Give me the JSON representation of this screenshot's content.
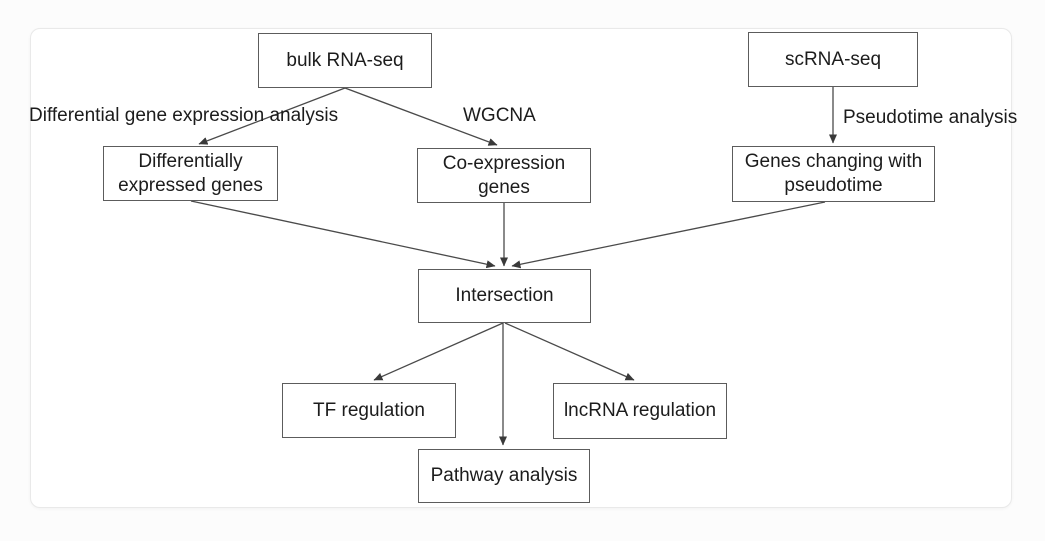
{
  "diagram": {
    "nodes": {
      "bulk_rna_seq": {
        "label": "bulk RNA-seq"
      },
      "sc_rna_seq": {
        "label": "scRNA-seq"
      },
      "deg": {
        "label": "Differentially expressed genes"
      },
      "coexpression": {
        "label": "Co-expression genes"
      },
      "pseudotime_genes": {
        "label": "Genes changing with pseudotime"
      },
      "intersection": {
        "label": "Intersection"
      },
      "tf_regulation": {
        "label": "TF regulation"
      },
      "pathway_analysis": {
        "label": "Pathway analysis"
      },
      "lncrna_regulation": {
        "label": "lncRNA regulation"
      }
    },
    "edge_labels": {
      "dge_analysis": "Differential gene expression analysis",
      "wgcna": "WGCNA",
      "pseudotime_analysis": "Pseudotime analysis"
    },
    "edges": [
      {
        "from": "bulk_rna_seq",
        "to": "deg",
        "label": "Differential gene expression analysis"
      },
      {
        "from": "bulk_rna_seq",
        "to": "coexpression",
        "label": "WGCNA"
      },
      {
        "from": "sc_rna_seq",
        "to": "pseudotime_genes",
        "label": "Pseudotime analysis"
      },
      {
        "from": "deg",
        "to": "intersection",
        "label": ""
      },
      {
        "from": "coexpression",
        "to": "intersection",
        "label": ""
      },
      {
        "from": "pseudotime_genes",
        "to": "intersection",
        "label": ""
      },
      {
        "from": "intersection",
        "to": "tf_regulation",
        "label": ""
      },
      {
        "from": "intersection",
        "to": "pathway_analysis",
        "label": ""
      },
      {
        "from": "intersection",
        "to": "lncrna_regulation",
        "label": ""
      }
    ],
    "colors": {
      "box_border": "#5c5c5c",
      "arrow": "#4a4a4a",
      "text": "#1c1c1c",
      "box_fill": "#ffffff",
      "card_bg": "#ffffff",
      "page_bg": "#fcfcfc"
    }
  }
}
